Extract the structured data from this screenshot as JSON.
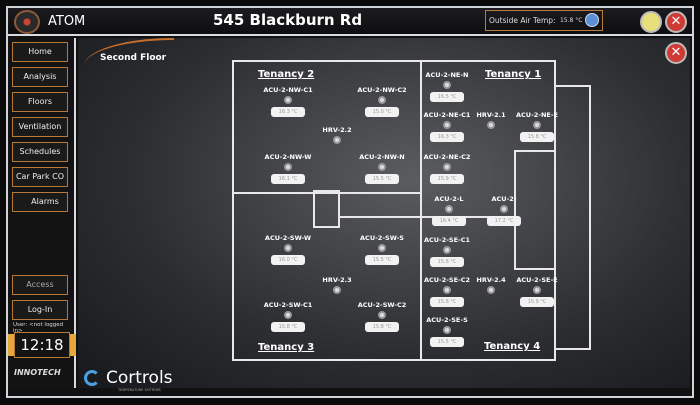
{
  "header": {
    "app_name": "ATOM",
    "title": "545 Blackburn Rd",
    "outside_air_label": "Outside Air Temp:",
    "outside_air_value": "15.8 °C"
  },
  "sidebar": {
    "items": [
      "Home",
      "Analysis",
      "Floors",
      "Ventilation",
      "Schedules",
      "Car Park CO",
      "Alarms"
    ],
    "access": "Access",
    "login": "Log-In",
    "user_label": "User:",
    "user_value": "<not logged in>",
    "clock": "12:18",
    "brand": "INNOTECH"
  },
  "main": {
    "floor": "Second Floor",
    "tenancies": [
      "Tenancy 2",
      "Tenancy 1",
      "Tenancy 3",
      "Tenancy 4"
    ],
    "devices": [
      {
        "name": "ACU-2-NW-C1",
        "temp": "16.3 °C"
      },
      {
        "name": "ACU-2-NW-C2",
        "temp": "15.0 °C"
      },
      {
        "name": "HRV-2.2"
      },
      {
        "name": "ACU-2-NW-W",
        "temp": "16.1 °C"
      },
      {
        "name": "ACU-2-NW-N",
        "temp": "15.5 °C"
      },
      {
        "name": "ACU-2-NE-N",
        "temp": "16.5 °C"
      },
      {
        "name": "ACU-2-NE-C1",
        "temp": "16.3 °C"
      },
      {
        "name": "HRV-2.1"
      },
      {
        "name": "ACU-2-NE-E",
        "temp": "15.8 °C"
      },
      {
        "name": "ACU-2-NE-C2",
        "temp": "15.9 °C"
      },
      {
        "name": "ACU-2-L",
        "temp": "16.4 °C"
      },
      {
        "name": "ACU-2-",
        "temp": "17.2 °C"
      },
      {
        "name": "ACU-2-SE-C1",
        "temp": "15.8 °C"
      },
      {
        "name": "ACU-2-SE-C2",
        "temp": "15.8 °C"
      },
      {
        "name": "HRV-2.4"
      },
      {
        "name": "ACU-2-SE-E",
        "temp": "15.9 °C"
      },
      {
        "name": "ACU-2-SE-S",
        "temp": "15.5 °C"
      },
      {
        "name": "ACU-2-SW-W",
        "temp": "16.0 °C"
      },
      {
        "name": "ACU-2-SW-S",
        "temp": "15.5 °C"
      },
      {
        "name": "HRV-2.3"
      },
      {
        "name": "ACU-2-SW-C1",
        "temp": "15.8 °C"
      },
      {
        "name": "ACU-2-SW-C2",
        "temp": "15.8 °C"
      }
    ]
  },
  "footer": {
    "brand": "Cortrols",
    "tagline": "TEMPERATURE SYSTEMS"
  }
}
